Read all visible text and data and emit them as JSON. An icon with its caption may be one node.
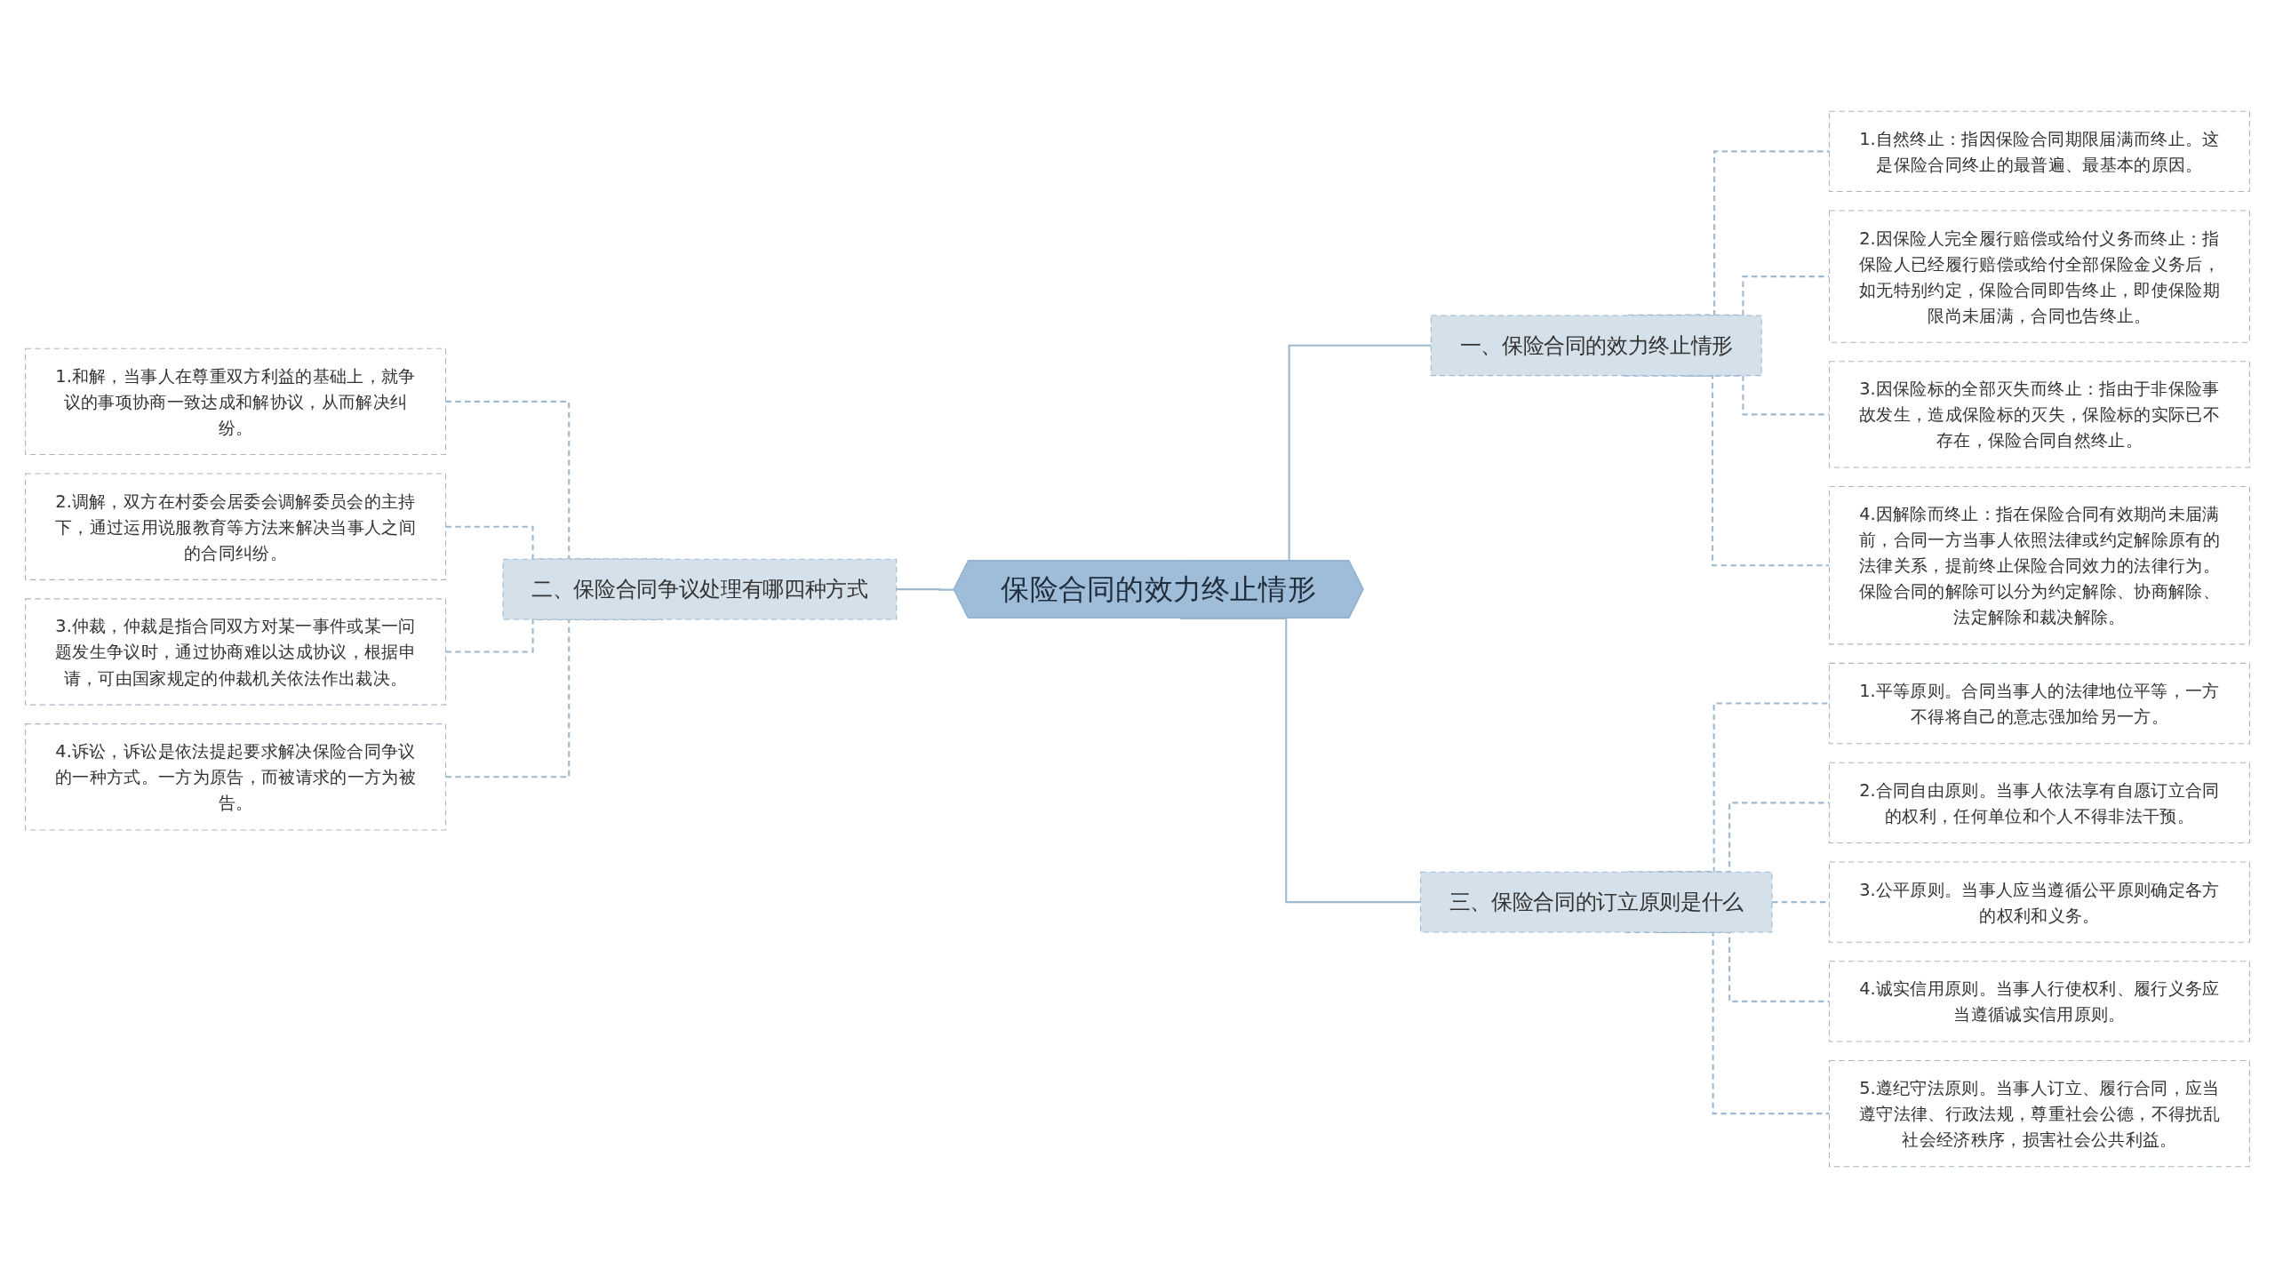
{
  "diagram": {
    "nodes": [
      {
        "text": [
          "保险合同的效力终止情形"
        ]
      },
      {
        "text": [
          "一、保险合同的效力终止情形"
        ]
      },
      {
        "text": [
          "1.自然终止：指因保险合同期限届满而终止。这是保险合同终止的最普遍、最基本的原因。"
        ]
      },
      {
        "text": [
          "2.因保险人完全履行赔偿或给付义务而终止：指保险人已经履行赔偿或给付全部保险金义务后，如无特别约定，保险合同即告终止，即使保险期限尚未届满，合同也告终止。"
        ]
      },
      {
        "text": [
          "3.因保险标的全部灭失而终止：指由于非保险事故发生，造成保险标的灭失，保险标的实际已不存在，保险合同自然终止。"
        ]
      },
      {
        "text": [
          "4.因解除而终止：指在保险合同有效期尚未届满前，合同一方当事人依照法律或约定解除原有的法律关系，提前终止保险合同效力的法律行为。保险合同的解除可以分为约定解除、协商解除、法定解除和裁决解除。"
        ]
      },
      {
        "text": [
          "二、保险合同争议处理有哪四种方式"
        ]
      },
      {
        "text": [
          "1.和解，当事人在尊重双方利益的基础上，就争议的事项协商一致达成和解协议，从而解决纠纷。"
        ]
      },
      {
        "text": [
          "2.调解，双方在村委会居委会调解委员会的主持下，通过运用说服教育等方法来解决当事人之间的合同纠纷。"
        ]
      },
      {
        "text": [
          "3.仲裁，仲裁是指合同双方对某一事件或某一问题发生争议时，通过协商难以达成协议，根据申请，可由国家规定的仲裁机关依法作出裁决。"
        ]
      },
      {
        "text": [
          "4.诉讼，诉讼是依法提起要求解决保险合同争议的一种方式。一方为原告，而被请求的一方为被告。"
        ]
      },
      {
        "text": [
          "三、保险合同的订立原则是什么"
        ]
      },
      {
        "text": [
          "1.平等原则。合同当事人的法律地位平等，一方不得将自己的意志强加给另一方。"
        ]
      },
      {
        "text": [
          "2.合同自由原则。当事人依法享有自愿订立合同的权利，任何单位和个人不得非法干预。"
        ]
      },
      {
        "text": [
          "3.公平原则。当事人应当遵循公平原则确定各方的权利和义务。"
        ]
      },
      {
        "text": [
          "4.诚实信用原则。当事人行使权利、履行义务应当遵循诚实信用原则。"
        ]
      },
      {
        "text": [
          "5.遵纪守法原则。当事人订立、履行合同，应当遵守法律、行政法规，尊重社会公德，不得扰乱社会经济秩序，损害社会公共利益。"
        ]
      }
    ],
    "edges": [
      {
        "from": 0,
        "to": 1,
        "arrow": "none"
      },
      {
        "from": 1,
        "to": 2,
        "arrow": "none",
        "style": "dashed"
      },
      {
        "from": 1,
        "to": 3,
        "arrow": "none",
        "style": "dashed"
      },
      {
        "from": 1,
        "to": 4,
        "arrow": "none",
        "style": "dashed"
      },
      {
        "from": 1,
        "to": 5,
        "arrow": "none",
        "style": "dashed"
      },
      {
        "from": 0,
        "to": 6,
        "arrow": "none"
      },
      {
        "from": 6,
        "to": 7,
        "arrow": "none",
        "style": "dashed"
      },
      {
        "from": 6,
        "to": 8,
        "arrow": "none",
        "style": "dashed"
      },
      {
        "from": 6,
        "to": 9,
        "arrow": "none",
        "style": "dashed"
      },
      {
        "from": 6,
        "to": 10,
        "arrow": "none",
        "style": "dashed"
      },
      {
        "from": 0,
        "to": 11,
        "arrow": "none"
      },
      {
        "from": 11,
        "to": 12,
        "arrow": "none",
        "style": "dashed"
      },
      {
        "from": 11,
        "to": 13,
        "arrow": "none",
        "style": "dashed"
      },
      {
        "from": 11,
        "to": 14,
        "arrow": "none",
        "style": "dashed"
      },
      {
        "from": 11,
        "to": 15,
        "arrow": "none",
        "style": "dashed"
      },
      {
        "from": 11,
        "to": 16,
        "arrow": "none",
        "style": "dashed"
      }
    ]
  }
}
